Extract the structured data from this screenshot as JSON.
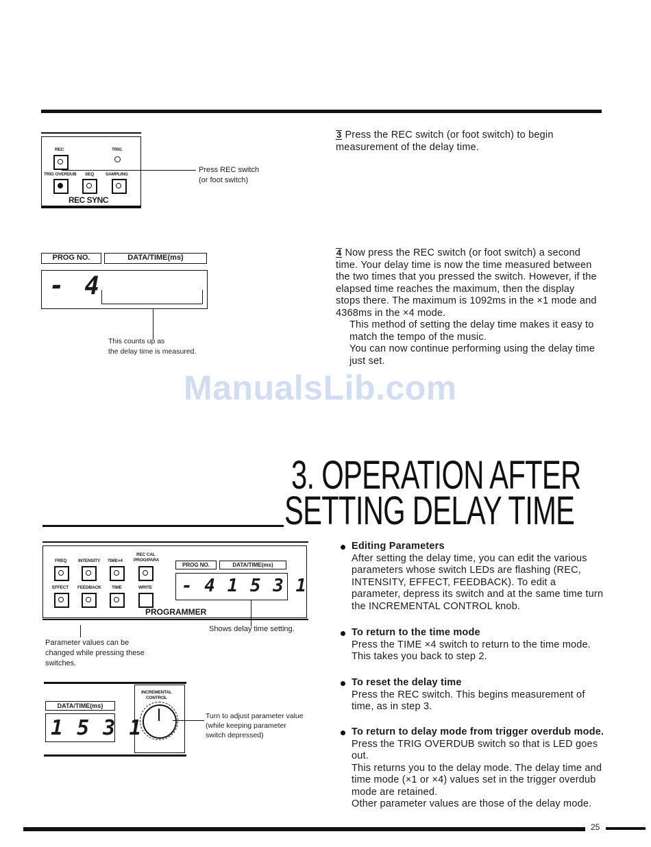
{
  "step3": {
    "num": "3",
    "text": "Press the REC switch (or foot switch) to begin measurement of the delay time."
  },
  "step4": {
    "num": "4",
    "lines": [
      "Now press the REC switch (or foot switch) a second time. Your delay time is now the time measured between the two times that you pressed the switch. However, if the elapsed time reaches the maximum, then the display stops there. The maximum is 1092ms in the ×1 mode and 4368ms in the ×4 mode.",
      "This method of setting the delay time makes it easy to match the tempo of the music.",
      "You can now continue performing using the delay time just set."
    ]
  },
  "fig1": {
    "rec": "REC",
    "trig": "TRIG",
    "trig_overdub": "TRIG OVERDUB",
    "seq": "SEQ",
    "sampling": "SAMPLING",
    "panel_name": "REC SYNC",
    "callout": "Press REC switch\n(or foot switch)"
  },
  "fig2": {
    "prog_no": "PROG NO.",
    "data_time": "DATA/TIME(ms)",
    "display": "- 4",
    "callout": "This counts up as\nthe delay time is measured."
  },
  "watermark": "ManualsLib.com",
  "title": {
    "line1": "3. OPERATION AFTER",
    "line2": "SETTING DELAY TIME"
  },
  "fig3": {
    "freq": "FREQ",
    "intensity": "INTENSITY",
    "time_x4": "TIME×4",
    "rec_cal": "REC CAL",
    "prog_para": "PROG/PARA",
    "effect": "EFFECT",
    "feedback": "FEEDBACK",
    "time": "TIME",
    "write": "WRITE",
    "prog_no": "PROG NO.",
    "data_time": "DATA/TIME(ms)",
    "display": "- 4  1 5 3 1",
    "panel_name": "PROGRAMMER",
    "callout_right": "Shows delay time setting.",
    "callout_left": "Parameter values can be\nchanged while pressing these\nswitches."
  },
  "fig4": {
    "data_time": "DATA/TIME(ms)",
    "display": "1 5 3 1",
    "knob_label": "INCREMENTAL\nCONTROL",
    "callout": "Turn to adjust parameter value\n(while keeping parameter\nswitch depressed)"
  },
  "bullets": [
    {
      "heading": "Editing Parameters",
      "text": "After setting the delay time, you can edit the various parameters whose switch LEDs are flashing (REC, INTENSITY, EFFECT, FEEDBACK). To edit a parameter, depress its switch and at the same time turn the INCREMENTAL CONTROL knob."
    },
    {
      "heading": "To return to the time mode",
      "text": "Press the TIME ×4 switch to return to the time mode. This takes you back to step 2."
    },
    {
      "heading": "To reset the delay time",
      "text": "Press the REC switch. This begins measurement of time, as in step 3."
    },
    {
      "heading": "To return to delay mode from trigger overdub mode.",
      "text": "Press the TRIG OVERDUB switch so that is LED goes out.",
      "text2": "This returns you to the delay mode. The delay time and time mode (×1 or ×4) values set in the trigger overdub mode are retained.",
      "text3": "Other parameter values are those of the delay mode."
    }
  ],
  "page_number": "25"
}
